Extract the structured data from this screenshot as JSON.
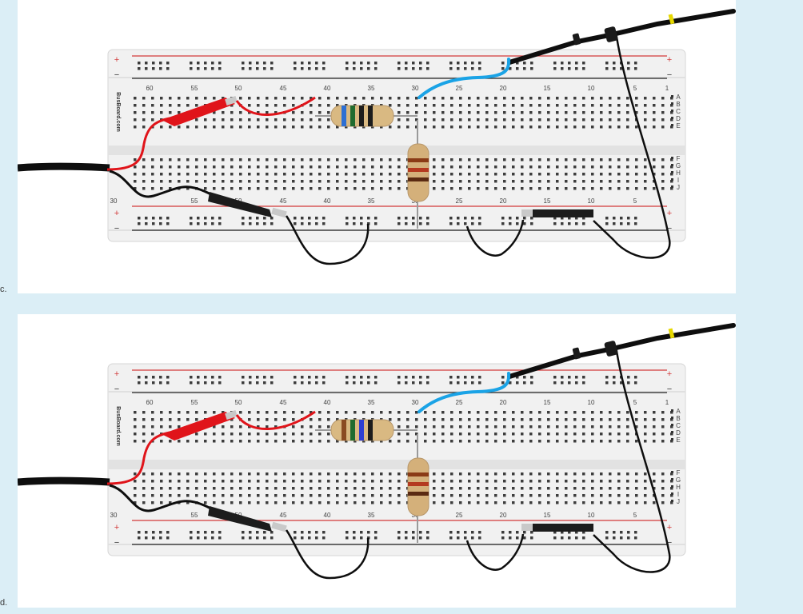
{
  "panels": [
    {
      "caption_fragment": "c.",
      "top_resistor_bands": [
        "#2d6fd3",
        "#1f6b2f",
        "#1c1c1c",
        "#1c1c1c"
      ],
      "vertical_resistor_bands": [
        "#8a3b16",
        "#b43a20",
        "#5a2a12"
      ]
    },
    {
      "caption_fragment": "d.",
      "top_resistor_bands": [
        "#8a4b22",
        "#1f6b2f",
        "#2d3fd3",
        "#1c1c1c"
      ],
      "vertical_resistor_bands": [
        "#8a3b16",
        "#b43a20",
        "#5a2a12"
      ]
    }
  ],
  "breadboard": {
    "brand": "BusBoard.com",
    "plus": "+",
    "minus": "−",
    "column_numbers": [
      "60",
      "55",
      "50",
      "45",
      "40",
      "35",
      "30",
      "25",
      "20",
      "15",
      "10",
      "5",
      "1"
    ],
    "bottom_column_numbers": [
      "30",
      "55",
      "50",
      "45",
      "40",
      "35",
      "30",
      "25",
      "20",
      "15",
      "10",
      "5"
    ],
    "row_letters_top": [
      "A",
      "B",
      "C",
      "D",
      "E"
    ],
    "row_letters_bottom": [
      "F",
      "G",
      "H",
      "I",
      "J"
    ]
  },
  "colors": {
    "background": "#dbeef6",
    "board": "#f1f1f1",
    "red_wire": "#e0141a",
    "blue_wire": "#1aa3e6",
    "black_wire": "#0e0e0e",
    "rail_red": "#d23b3b",
    "rail_black": "#222222"
  }
}
